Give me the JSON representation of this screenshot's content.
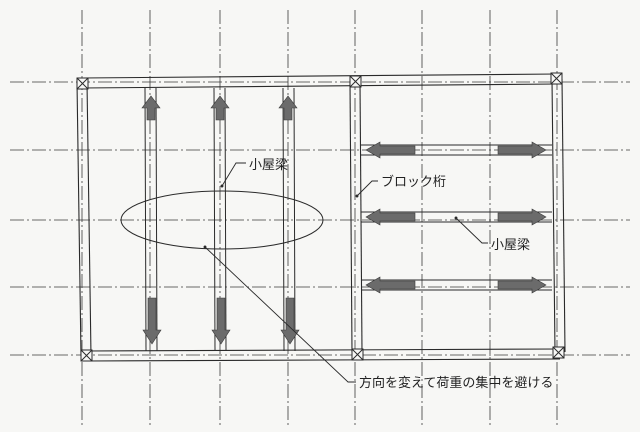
{
  "labels": {
    "koyabari_left": "小屋梁",
    "block_keta": "ブロック桁",
    "koyabari_right": "小屋梁",
    "note": "方向を変えて荷重の集中を避ける"
  },
  "colors": {
    "ink": "#2a2a2a",
    "grid": "#3a3a3a",
    "arrow": "#6b6b6b",
    "paper": "#f7f7f5"
  }
}
